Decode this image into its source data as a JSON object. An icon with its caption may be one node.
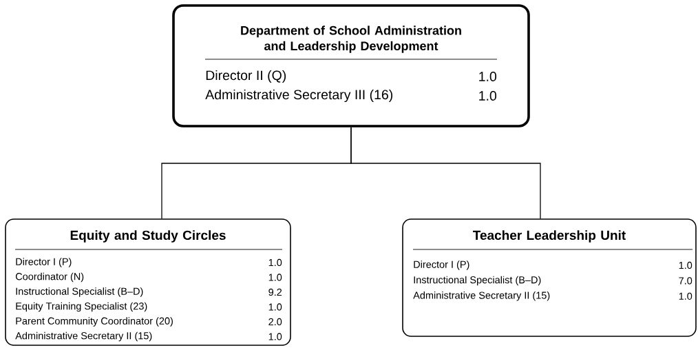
{
  "diagram": {
    "nodes": [
      {
        "text": [
          "Department of School Administration and Leadership Development",
          "Director II (Q)",
          "1.0",
          "Administrative Secretary III (16)",
          "1.0"
        ]
      },
      {
        "text": [
          "Equity and Study Circles",
          "Director I (P)",
          "1.0",
          "Coordinator (N)",
          "1.0",
          "Instructional Specialist (B–D)",
          "9.2",
          "Equity Training Specialist (23)",
          "1.0",
          "Parent Community Coordinator (20)",
          "2.0",
          "Administrative Secretary II (15)",
          "1.0"
        ]
      },
      {
        "text": [
          "Teacher Leadership Unit",
          "Director I (P)",
          "1.0",
          "Instructional Specialist (B–D)",
          "7.0",
          "Administrative Secretary II (15)",
          "1.0"
        ]
      }
    ],
    "edges": [
      {
        "from": 0,
        "to": 1,
        "arrow": "none"
      },
      {
        "from": 0,
        "to": 2,
        "arrow": "none"
      }
    ]
  }
}
